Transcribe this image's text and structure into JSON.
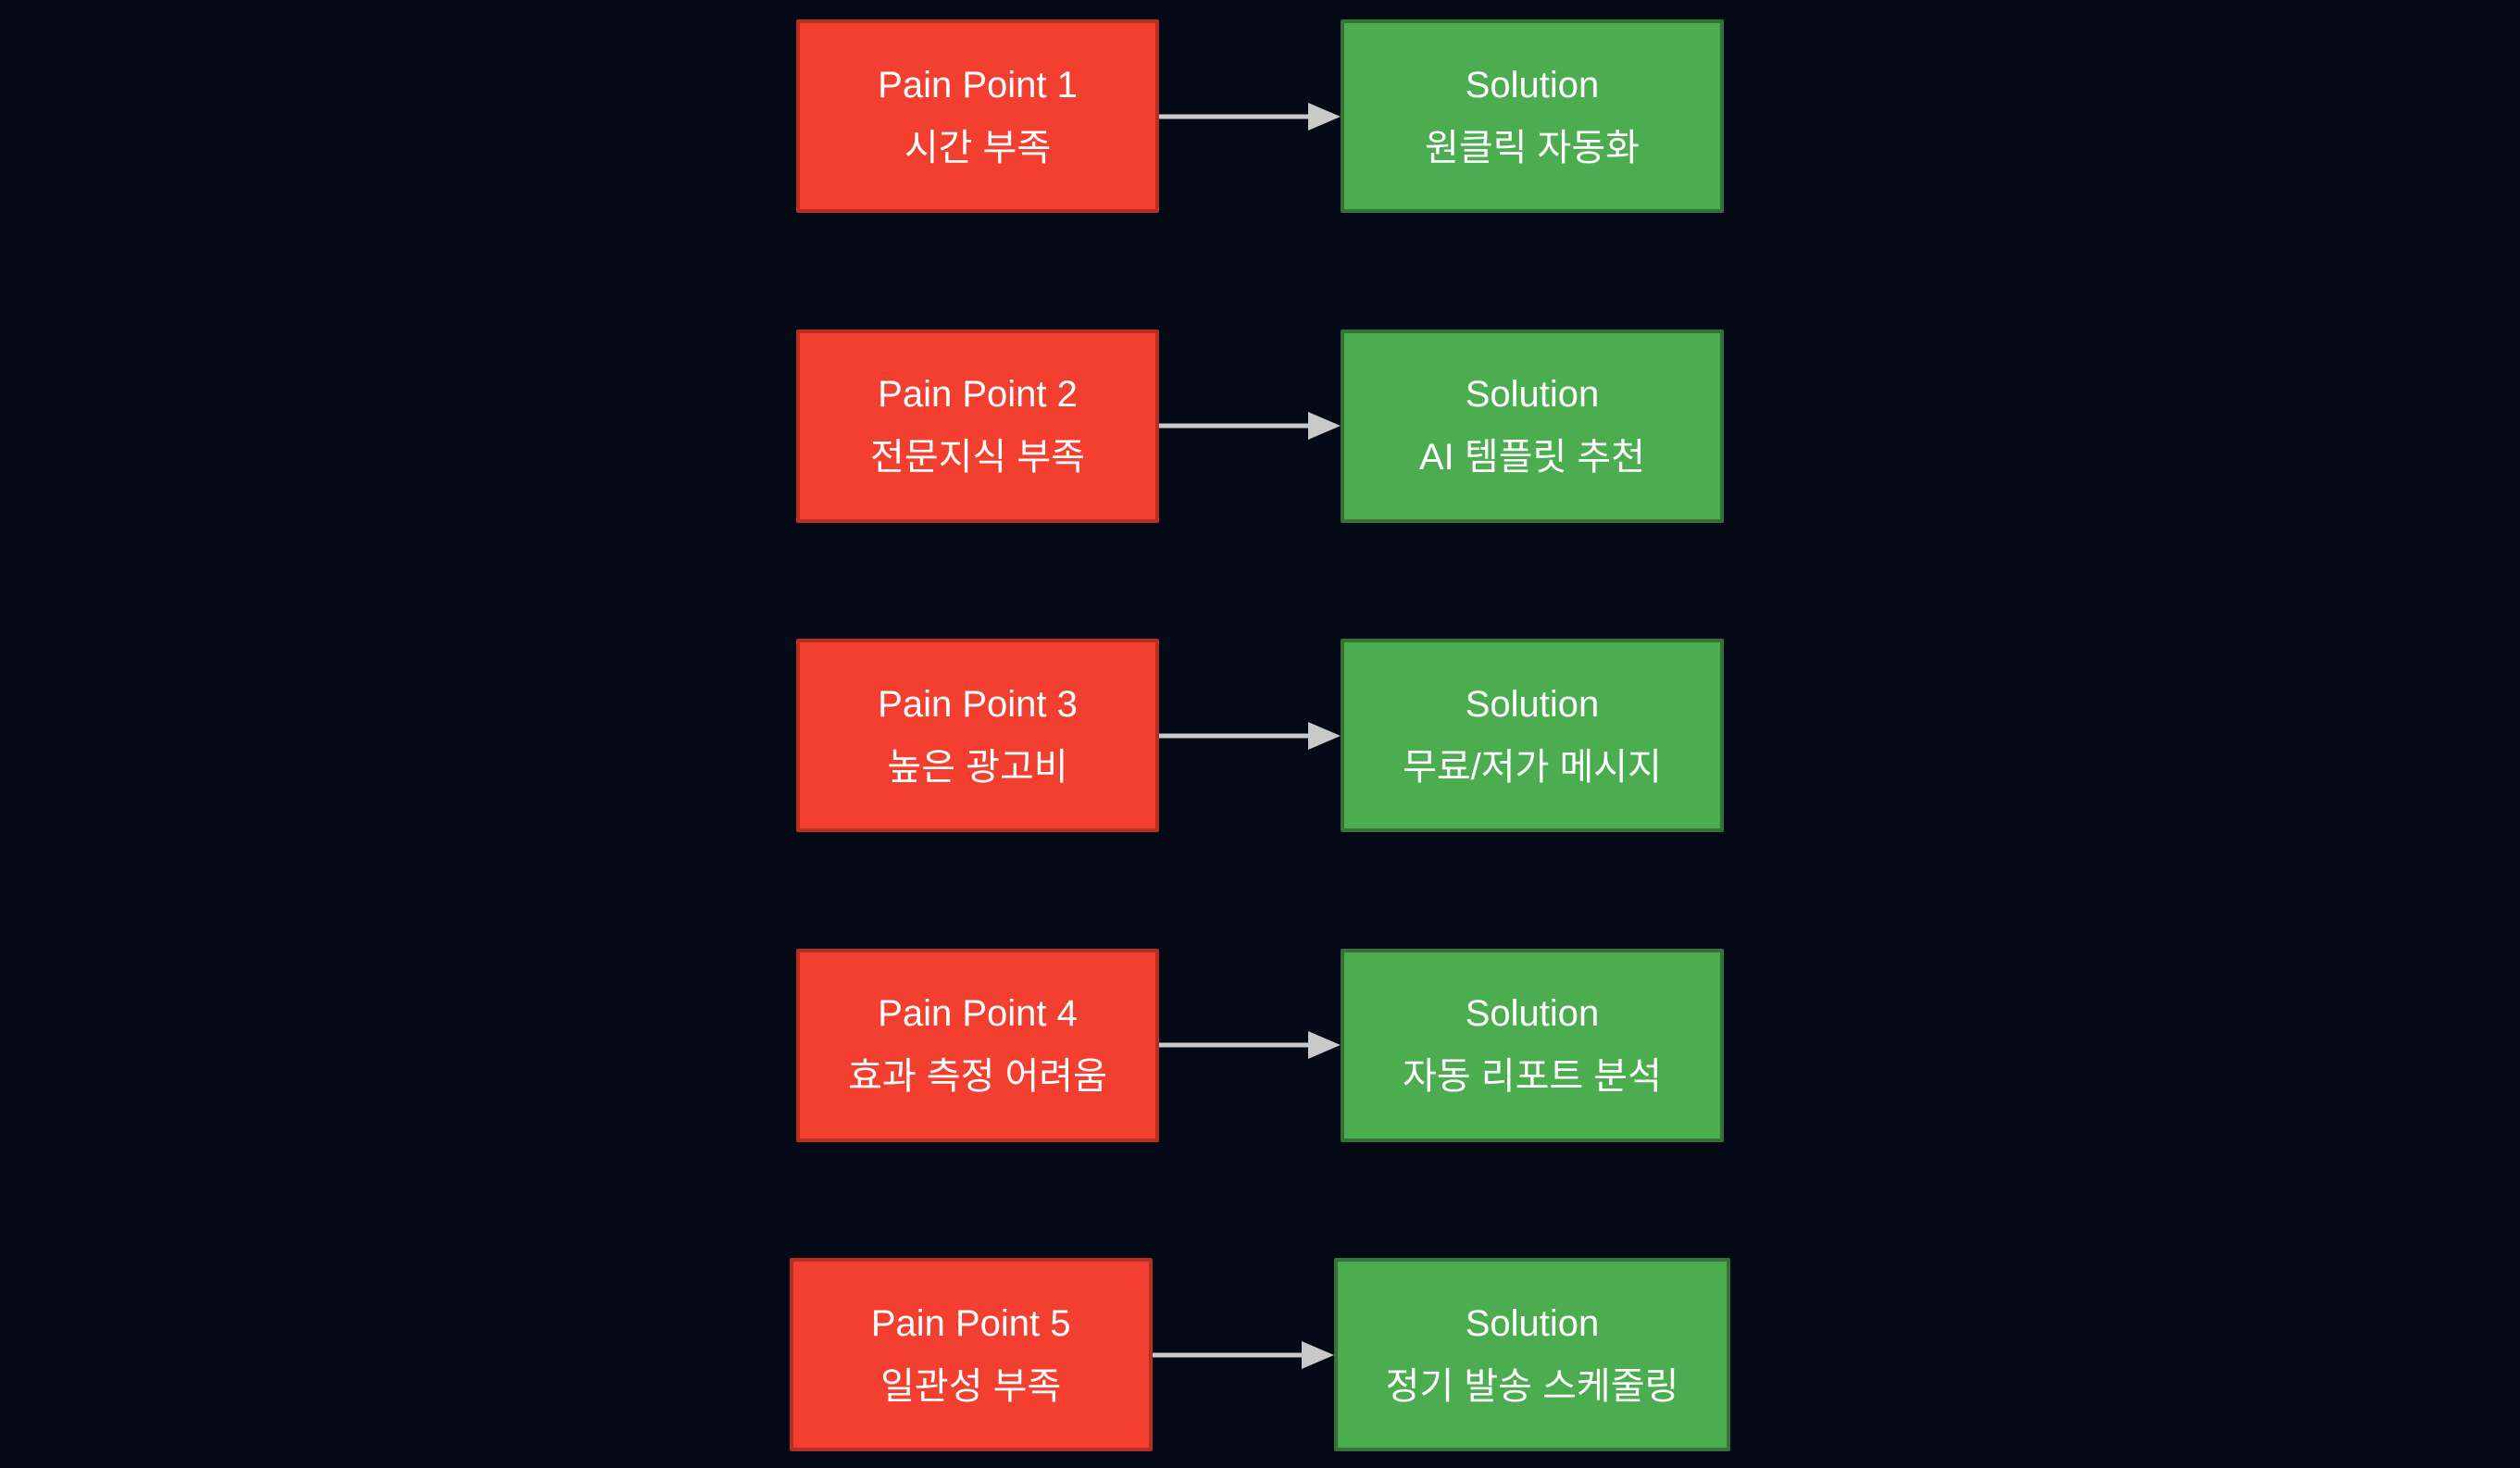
{
  "diagram": {
    "rows": [
      {
        "pain": {
          "title": "Pain Point 1",
          "subtitle": "시간 부족"
        },
        "solution": {
          "title": "Solution",
          "subtitle": "원클릭 자동화"
        }
      },
      {
        "pain": {
          "title": "Pain Point 2",
          "subtitle": "전문지식 부족"
        },
        "solution": {
          "title": "Solution",
          "subtitle": "AI 템플릿 추천"
        }
      },
      {
        "pain": {
          "title": "Pain Point 3",
          "subtitle": "높은 광고비"
        },
        "solution": {
          "title": "Solution",
          "subtitle": "무료/저가 메시지"
        }
      },
      {
        "pain": {
          "title": "Pain Point 4",
          "subtitle": "효과 측정 어려움"
        },
        "solution": {
          "title": "Solution",
          "subtitle": "자동 리포트 분석"
        }
      },
      {
        "pain": {
          "title": "Pain Point 5",
          "subtitle": "일관성 부족"
        },
        "solution": {
          "title": "Solution",
          "subtitle": "정기 발송 스케줄링"
        }
      }
    ],
    "colors": {
      "background": "#040a15",
      "pain_fill": "#f23f30",
      "pain_border": "#b72e22",
      "solution_fill": "#4bad50",
      "solution_border": "#36713a",
      "arrow": "#c9c9c9",
      "text": "#ffffff"
    }
  }
}
